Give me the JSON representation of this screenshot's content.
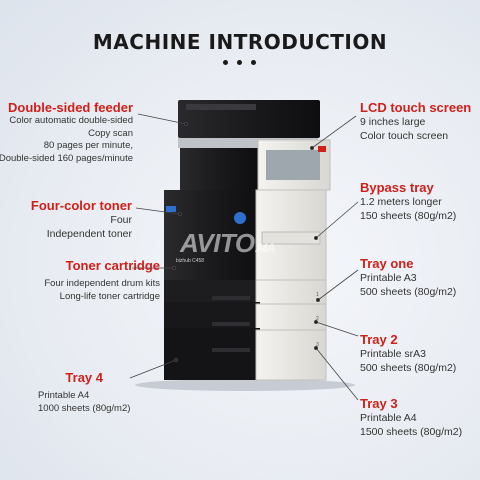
{
  "title": "MACHINE INTRODUCTION",
  "watermark": {
    "main": "AVITO",
    "suffix": ".MA"
  },
  "brand_label": "bizhub C458",
  "callouts": {
    "feeder": {
      "title": "Double-sided feeder",
      "lines": [
        "Color automatic double-sided",
        "Copy scan",
        "80 pages per minute,",
        "Double-sided 160 pages/minute"
      ]
    },
    "toner": {
      "title": "Four-color toner",
      "lines": [
        "Four",
        "Independent toner"
      ]
    },
    "cartridge": {
      "title": "Toner cartridge",
      "lines": [
        "Four independent drum kits",
        "Long-life toner cartridge"
      ]
    },
    "tray4": {
      "title": "Tray 4",
      "lines": [
        "Printable A4",
        "1000 sheets (80g/m2)"
      ]
    },
    "lcd": {
      "title": "LCD touch screen",
      "lines": [
        "9 inches large",
        "Color touch screen"
      ]
    },
    "bypass": {
      "title": "Bypass tray",
      "lines": [
        "1.2 meters longer",
        "150 sheets (80g/m2)"
      ]
    },
    "tray1": {
      "title": "Tray one",
      "lines": [
        "Printable A3",
        "500 sheets (80g/m2)"
      ]
    },
    "tray2": {
      "title": "Tray 2",
      "lines": [
        "Printable srA3",
        "500 sheets (80g/m2)"
      ]
    },
    "tray3": {
      "title": "Tray 3",
      "lines": [
        "Printable A4",
        "1500 sheets (80g/m2)"
      ]
    }
  },
  "tray_numbers": [
    "1",
    "2",
    "3"
  ],
  "colors": {
    "accent": "#d0201a",
    "text": "#333333",
    "machine_dark": "#1c1c1e",
    "machine_light": "#eceae6"
  }
}
